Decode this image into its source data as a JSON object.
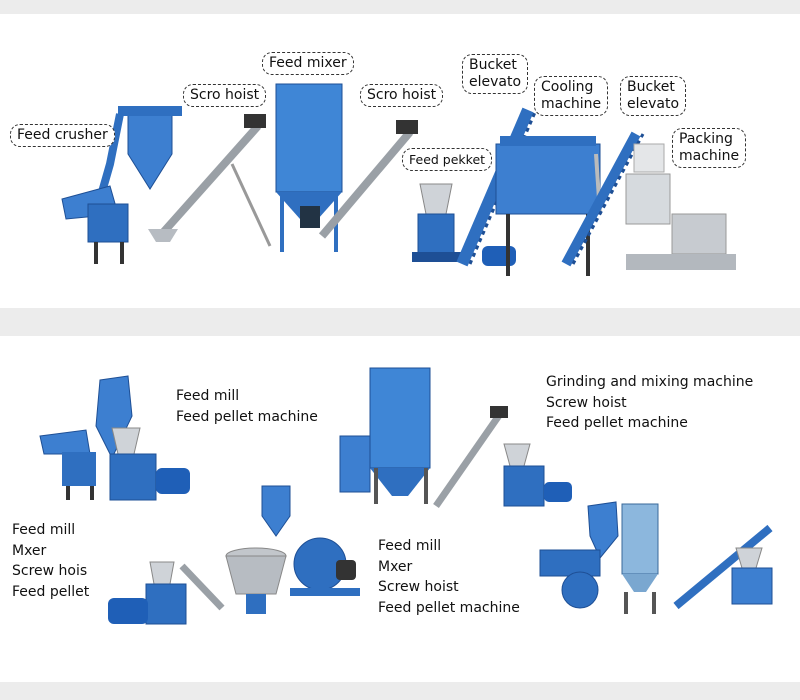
{
  "top_panel": {
    "labels": {
      "feed_crusher": "Feed crusher",
      "scro_hoist_1": "Scro hoist",
      "feed_mixer": "Feed mixer",
      "scro_hoist_2": "Scro hoist",
      "feed_pekket": "Feed pekket",
      "bucket_elevato_1": [
        "Bucket",
        "elevato"
      ],
      "cooling_machine": [
        "Cooling",
        "machine"
      ],
      "bucket_elevato_2": [
        "Bucket",
        "elevato"
      ],
      "packing_machine": [
        "Packing",
        "machine"
      ]
    }
  },
  "bottom_panel": {
    "set1": [
      "Feed mill",
      "Feed pellet machine"
    ],
    "set2": [
      "Grinding and mixing machine",
      "Screw hoist",
      "Feed pellet machine"
    ],
    "set3": [
      "Feed mill",
      "Mxer",
      "Screw hois",
      "Feed pellet"
    ],
    "set4": [
      "Feed mill",
      "Mxer",
      "Screw hoist",
      "Feed pellet machine"
    ]
  },
  "colors": {
    "machine_blue": "#2f6fc0",
    "machine_dark": "#1e4f95",
    "steel": "#a9aeb4",
    "background": "#ececec"
  },
  "icons": [
    "feed-crusher-icon",
    "screw-hoist-icon",
    "feed-mixer-icon",
    "pellet-machine-icon",
    "bucket-elevator-icon",
    "cooling-machine-icon",
    "packing-machine-icon",
    "motor-icon"
  ]
}
